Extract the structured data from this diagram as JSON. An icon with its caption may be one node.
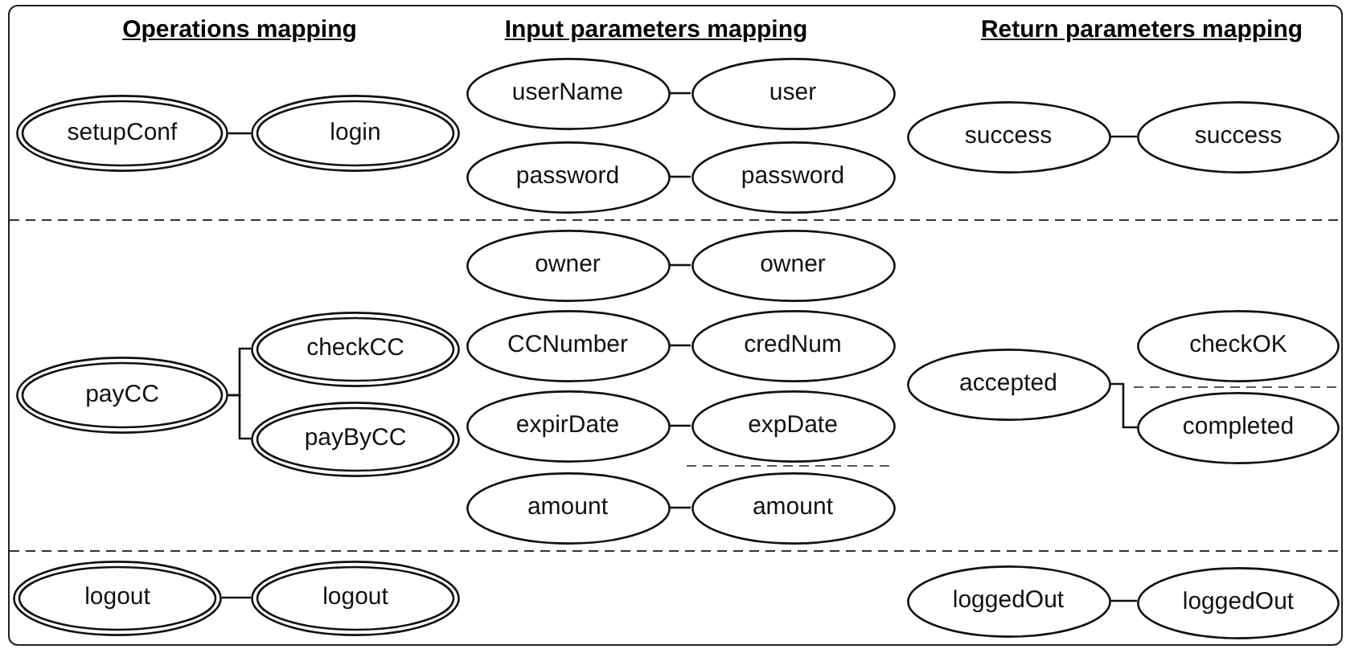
{
  "diagram": {
    "nodes": [
      {
        "text": [
          "setupConf"
        ]
      },
      {
        "text": [
          "login"
        ]
      },
      {
        "text": [
          "userName"
        ]
      },
      {
        "text": [
          "user"
        ]
      },
      {
        "text": [
          "password"
        ]
      },
      {
        "text": [
          "password"
        ]
      },
      {
        "text": [
          "success"
        ]
      },
      {
        "text": [
          "success"
        ]
      },
      {
        "text": [
          "payCC"
        ]
      },
      {
        "text": [
          "checkCC"
        ]
      },
      {
        "text": [
          "payByCC"
        ]
      },
      {
        "text": [
          "owner"
        ]
      },
      {
        "text": [
          "owner"
        ]
      },
      {
        "text": [
          "CCNumber"
        ]
      },
      {
        "text": [
          "credNum"
        ]
      },
      {
        "text": [
          "expirDate"
        ]
      },
      {
        "text": [
          "expDate"
        ]
      },
      {
        "text": [
          "amount"
        ]
      },
      {
        "text": [
          "amount"
        ]
      },
      {
        "text": [
          "accepted"
        ]
      },
      {
        "text": [
          "checkOK"
        ]
      },
      {
        "text": [
          "completed"
        ]
      },
      {
        "text": [
          "logout"
        ]
      },
      {
        "text": [
          "logout"
        ]
      },
      {
        "text": [
          "loggedOut"
        ]
      },
      {
        "text": [
          "loggedOut"
        ]
      }
    ],
    "edges": [
      {
        "from": 0,
        "to": 1,
        "arrow": "none"
      },
      {
        "from": 2,
        "to": 3,
        "arrow": "none"
      },
      {
        "from": 4,
        "to": 5,
        "arrow": "none"
      },
      {
        "from": 6,
        "to": 7,
        "arrow": "none"
      },
      {
        "from": 8,
        "to": 9,
        "arrow": "none"
      },
      {
        "from": 8,
        "to": 10,
        "arrow": "none"
      },
      {
        "from": 11,
        "to": 12,
        "arrow": "none"
      },
      {
        "from": 13,
        "to": 14,
        "arrow": "none"
      },
      {
        "from": 15,
        "to": 16,
        "arrow": "none"
      },
      {
        "from": 17,
        "to": 18,
        "arrow": "none"
      },
      {
        "from": 19,
        "to": 21,
        "arrow": "none"
      },
      {
        "from": 22,
        "to": 23,
        "arrow": "none"
      },
      {
        "from": 24,
        "to": 25,
        "arrow": "none"
      }
    ],
    "labels": [
      "Operations mapping",
      "Input parameters mapping",
      "Return parameters mapping"
    ]
  }
}
